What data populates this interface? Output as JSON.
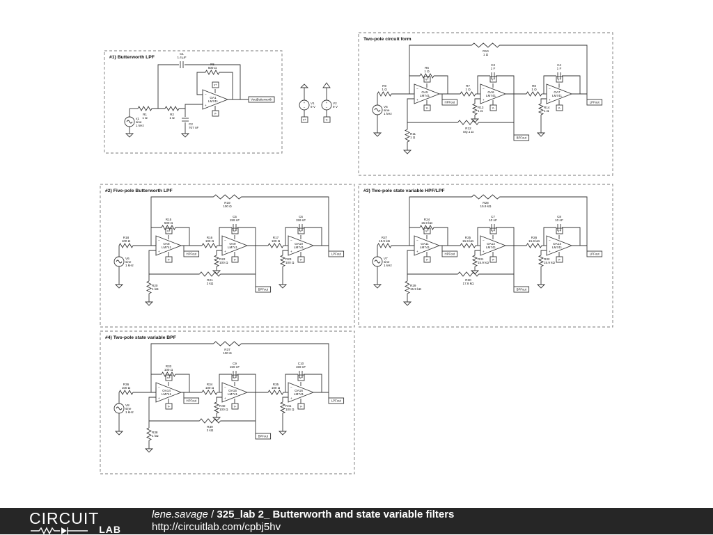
{
  "colors": {
    "footer_bg": "#262626",
    "wire": "#333333",
    "frame": "#777777"
  },
  "single": {
    "title": "#1) Butterworth LPF",
    "c1": [
      "C1",
      "1.4 µF"
    ],
    "r5": [
      "R5",
      "500 Ω"
    ],
    "r1": [
      "R1",
      "1 Ω"
    ],
    "r2": [
      "R2",
      "1 Ω"
    ],
    "c2": [
      "C2",
      "707 nF"
    ],
    "oa": [
      "OA1",
      "LM741"
    ],
    "v1": [
      "V1",
      "sine",
      "1 kHz"
    ],
    "v1ref": "v1",
    "out": "VoutButterworth"
  },
  "supplies": {
    "vp": [
      "V1",
      "9 V"
    ],
    "vn": [
      "V2",
      "9 V"
    ],
    "vplus": "v+",
    "vminus": "v-"
  },
  "sections": [
    {
      "key": "tp",
      "title": "Two-pole circuit form",
      "ra": [
        "R6",
        "1 Ω"
      ],
      "rb": [
        "R7",
        "1 Ω"
      ],
      "ca": [
        "C3",
        "1 F"
      ],
      "rc": [
        "R8",
        "1 Ω"
      ],
      "cb": [
        "C4",
        "1 F"
      ],
      "rtop": [
        "R10",
        "1 Ω"
      ],
      "rin": [
        "R9",
        "1 Ω"
      ],
      "rgnd": [
        "R11",
        "1 Ω"
      ],
      "rmid": [
        "R12",
        "SQ.1 Ω"
      ],
      "r13": [
        "R13",
        "1 Ω"
      ],
      "r14": [
        "R14",
        "1 Ω"
      ],
      "oa1": [
        "OA5",
        "LM741"
      ],
      "oa2": [
        "OA6",
        "LM741"
      ],
      "oa3": [
        "OA7",
        "LM741"
      ],
      "v": [
        "V6",
        "sine",
        "1 kHz"
      ],
      "out1": "HPFout",
      "out2": "BPFout",
      "out3": "LPFout",
      "vplus": "v+",
      "vminus": "v-"
    },
    {
      "key": "five",
      "title": "#2) Five-pole Butterworth LPF",
      "ra": [
        "R15",
        "500 Ω"
      ],
      "rb": [
        "R16",
        "100 Ω"
      ],
      "ca": [
        "C5",
        "159 nF"
      ],
      "rc": [
        "R17",
        "100 Ω"
      ],
      "cb": [
        "C6",
        "159 nF"
      ],
      "rtop": [
        "R19",
        "100 Ω"
      ],
      "rin": [
        "R18",
        "100 Ω"
      ],
      "rgnd": [
        "R20",
        "1 kΩ"
      ],
      "rmid": [
        "R21",
        "2 kΩ"
      ],
      "r13": [
        "R22",
        "100 Ω"
      ],
      "r14": [
        "R23",
        "100 Ω"
      ],
      "oa1": [
        "OA8",
        "LM741"
      ],
      "oa2": [
        "OA9",
        "LM741"
      ],
      "oa3": [
        "OA10",
        "LM741"
      ],
      "v": [
        "V6",
        "sine",
        "1 kHz"
      ],
      "out1": "HPFout",
      "out2": "BPFout",
      "out3": "LPFout",
      "vplus": "v+",
      "vminus": "v-"
    },
    {
      "key": "sv",
      "title": "#3) Two-pole state variable HPF/LPF",
      "ra": [
        "R24",
        "15.9 kΩ"
      ],
      "rb": [
        "R25",
        "15.9 kΩ"
      ],
      "ca": [
        "C7",
        "10 nF"
      ],
      "rc": [
        "R26",
        "15.9 kΩ"
      ],
      "cb": [
        "C8",
        "10 nF"
      ],
      "rtop": [
        "R28",
        "15.9 kΩ"
      ],
      "rin": [
        "R27",
        "15.9 kΩ"
      ],
      "rgnd": [
        "R29",
        "15.9 kΩ"
      ],
      "rmid": [
        "R30",
        "17.8 kΩ"
      ],
      "r13": [
        "R31",
        "15.9 kΩ"
      ],
      "r14": [
        "R32",
        "15.9 kΩ"
      ],
      "oa1": [
        "OA11",
        "LM741"
      ],
      "oa2": [
        "OA12",
        "LM741"
      ],
      "oa3": [
        "OA13",
        "LM741"
      ],
      "v": [
        "V7",
        "sine",
        "1 kHz"
      ],
      "out1": "HPFout",
      "out2": "BPFout",
      "out3": "LPFout",
      "vplus": "v+",
      "vminus": "v-"
    },
    {
      "key": "bpf",
      "title": "#4) Two-pole state variable BPF",
      "ra": [
        "R33",
        "100 Ω"
      ],
      "rb": [
        "R34",
        "100 Ω"
      ],
      "ca": [
        "C9",
        "159 nF"
      ],
      "rc": [
        "R35",
        "100 Ω"
      ],
      "cb": [
        "C10",
        "159 nF"
      ],
      "rtop": [
        "R37",
        "100 Ω"
      ],
      "rin": [
        "R36",
        "100 Ω"
      ],
      "rgnd": [
        "R38",
        "1 kΩ"
      ],
      "rmid": [
        "R39",
        "2 kΩ"
      ],
      "r13": [
        "R40",
        "100 Ω"
      ],
      "r14": [
        "R41",
        "100 Ω"
      ],
      "oa1": [
        "OA14",
        "LM741"
      ],
      "oa2": [
        "OA15",
        "LM741"
      ],
      "oa3": [
        "OA16",
        "LM741"
      ],
      "v": [
        "V8",
        "sine",
        "1 kHz"
      ],
      "out1": "HPFout",
      "out2": "BPFout",
      "out3": "LPFout",
      "vplus": "v+",
      "vminus": "v-"
    }
  ],
  "footer": {
    "logo_top": "CIRCUIT",
    "logo_bottom": "LAB",
    "author": "lene.savage",
    "separator": " / ",
    "project": "325_lab 2_ Butterworth and state variable filters",
    "url": "http://circuitlab.com/cpbj5hv"
  }
}
